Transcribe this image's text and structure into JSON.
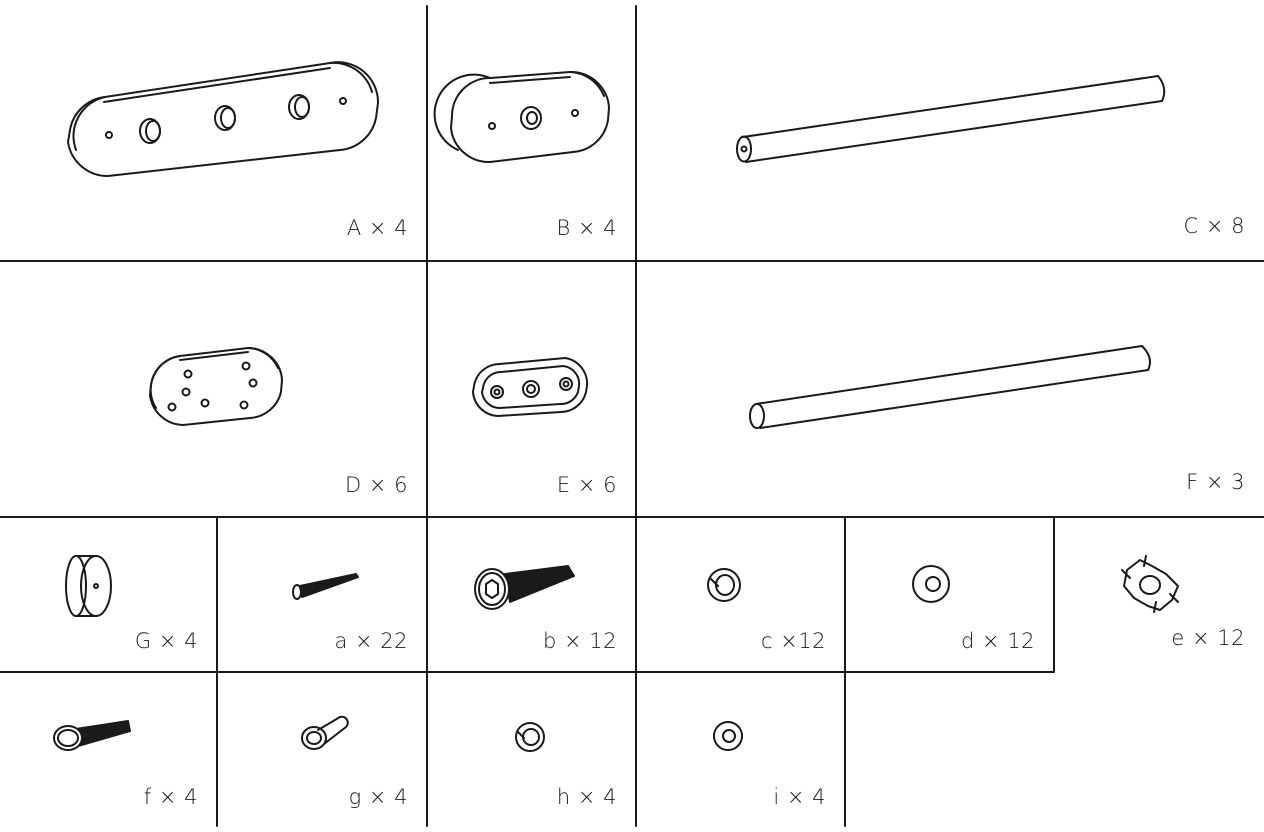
{
  "parts": [
    {
      "id": "A",
      "label": "A × 4",
      "count": 4,
      "icon": "long-plate-icon"
    },
    {
      "id": "B",
      "label": "B × 4",
      "count": 4,
      "icon": "short-plate-icon"
    },
    {
      "id": "C",
      "label": "C × 8",
      "count": 8,
      "icon": "long-rod-icon"
    },
    {
      "id": "D",
      "label": "D × 6",
      "count": 6,
      "icon": "six-hole-plate-icon"
    },
    {
      "id": "E",
      "label": "E × 6",
      "count": 6,
      "icon": "three-hole-plate-icon"
    },
    {
      "id": "F",
      "label": "F × 3",
      "count": 3,
      "icon": "rod-icon"
    },
    {
      "id": "G",
      "label": "G × 4",
      "count": 4,
      "icon": "foot-pad-icon"
    },
    {
      "id": "a",
      "label": "a × 22",
      "count": 22,
      "icon": "wood-screw-icon"
    },
    {
      "id": "b",
      "label": "b × 12",
      "count": 12,
      "icon": "hex-bolt-icon"
    },
    {
      "id": "c",
      "label": "c ×12",
      "count": 12,
      "icon": "split-lock-washer-icon"
    },
    {
      "id": "d",
      "label": "d × 12",
      "count": 12,
      "icon": "flat-washer-icon"
    },
    {
      "id": "e",
      "label": "e × 12",
      "count": 12,
      "icon": "tee-nut-icon"
    },
    {
      "id": "f",
      "label": "f × 4",
      "count": 4,
      "icon": "hex-bolt-icon"
    },
    {
      "id": "g",
      "label": "g × 4",
      "count": 4,
      "icon": "connector-bolt-icon"
    },
    {
      "id": "h",
      "label": "h × 4",
      "count": 4,
      "icon": "split-lock-washer-icon"
    },
    {
      "id": "i",
      "label": "i × 4",
      "count": 4,
      "icon": "flat-washer-icon"
    }
  ]
}
